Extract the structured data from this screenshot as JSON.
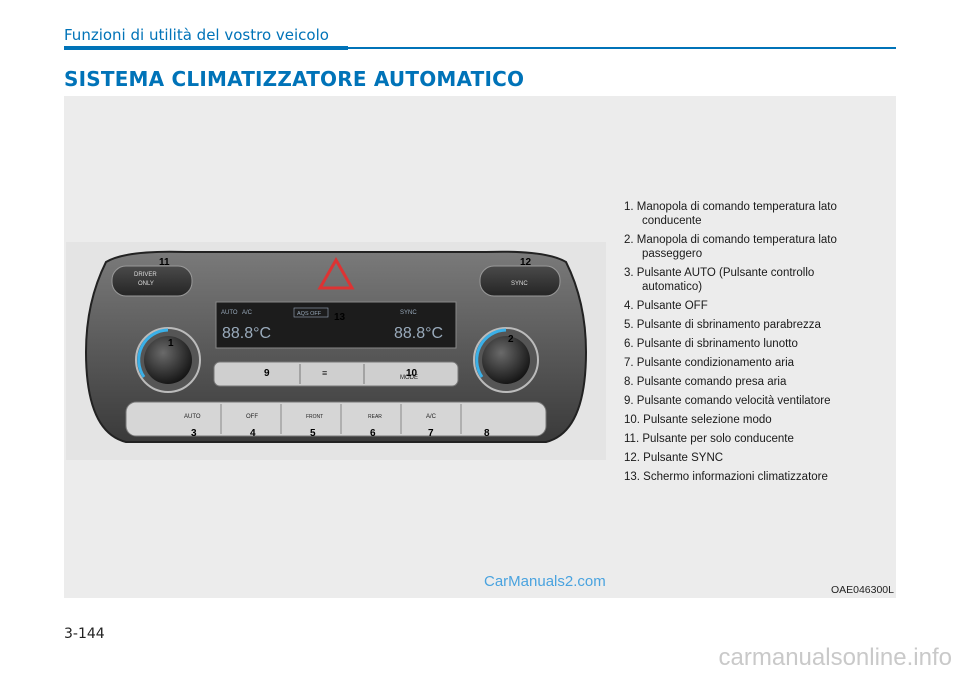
{
  "header": {
    "section": "Funzioni di utilità del vostro veicolo",
    "accent_color": "#0073b8"
  },
  "title": "SISTEMA CLIMATIZZATORE AUTOMATICO",
  "figure": {
    "panel": {
      "btn_driver_only": "DRIVER\nONLY",
      "btn_driver_line1": "DRIVER",
      "btn_driver_line2": "ONLY",
      "btn_sync": "SYNC",
      "display_auto": "AUTO",
      "display_ac": "A/C",
      "display_aqs": "AQS OFF",
      "display_sync": "SYNC",
      "display_temp_left": "88.8°C",
      "display_temp_right": "88.8°C",
      "btn_mode": "MODE",
      "btn_auto": "AUTO",
      "btn_off": "OFF",
      "btn_front": "FRONT",
      "btn_rear": "REAR",
      "btn_ac": "A/C",
      "callouts": [
        "1",
        "2",
        "3",
        "4",
        "5",
        "6",
        "7",
        "8",
        "9",
        "10",
        "11",
        "12",
        "13"
      ]
    },
    "legend": [
      "1. Manopola di comando temperatura lato conducente",
      "2. Manopola di comando temperatura lato passeggero",
      "3. Pulsante AUTO (Pulsante controllo automatico)",
      "4. Pulsante OFF",
      "5. Pulsante di sbrinamento parabrezza",
      "6. Pulsante di sbrinamento lunotto",
      "7. Pulsante condizionamento aria",
      "8. Pulsante comando presa aria",
      "9. Pulsante comando velocità ventilatore",
      "10. Pulsante selezione modo",
      "11. Pulsante per solo conducente",
      "12. Pulsante SYNC",
      "13. Schermo informazioni climatizzatore"
    ],
    "code": "OAE046300L",
    "watermark": "CarManuals2.com"
  },
  "page_number": "3-144",
  "footer_watermark": "carmanualsonline.info"
}
